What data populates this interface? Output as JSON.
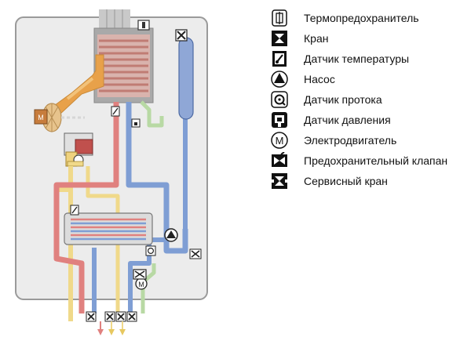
{
  "colors": {
    "hot_pipe": "#e0817f",
    "cold_pipe": "#7f9ed4",
    "gas_pipe": "#f0d98a",
    "return_pipe": "#b8d9a4",
    "burner_orange": "#e8a14a",
    "casing": "#ececec",
    "casing_border": "#9a9a9a"
  },
  "diagram": {
    "motor_label": "M"
  },
  "legend": {
    "items": [
      {
        "label": "Термопредохранитель",
        "icon": "thermal-fuse-icon"
      },
      {
        "label": "Кран",
        "icon": "valve-icon"
      },
      {
        "label": "Датчик  температуры",
        "icon": "temperature-sensor-icon"
      },
      {
        "label": "Насос",
        "icon": "pump-icon"
      },
      {
        "label": "Датчик протока",
        "icon": "flow-sensor-icon"
      },
      {
        "label": "Датчик  давления",
        "icon": "pressure-sensor-icon"
      },
      {
        "label": "Электродвигатель",
        "icon": "electric-motor-icon",
        "glyph": "M"
      },
      {
        "label": "Предохранительный клапан",
        "icon": "safety-valve-icon"
      },
      {
        "label": "Сервисный кран",
        "icon": "service-valve-icon"
      }
    ]
  }
}
